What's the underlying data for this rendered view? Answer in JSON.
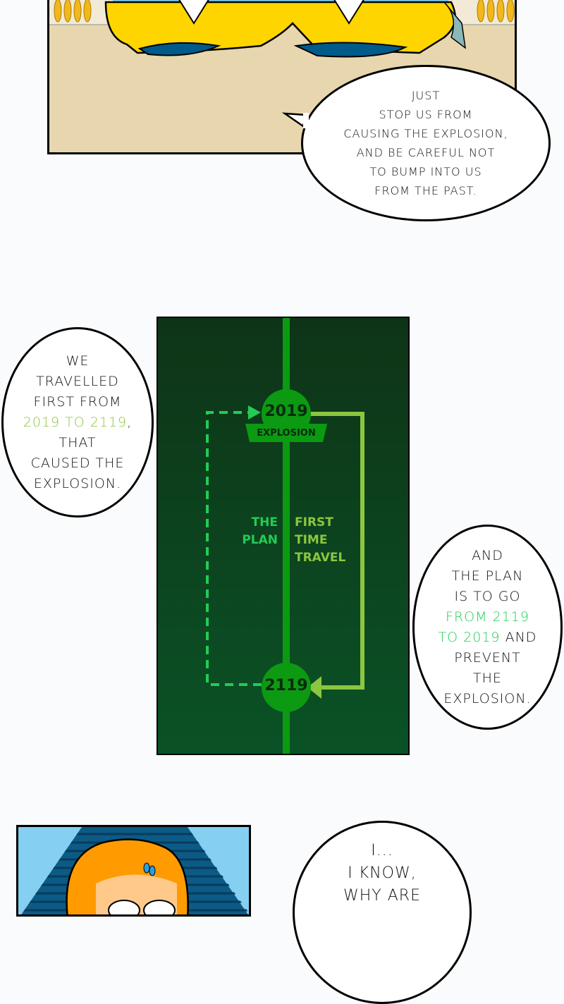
{
  "panel1": {
    "bubble_lines": [
      "JUST",
      "STOP US FROM",
      "CAUSING THE EXPLOSION,",
      "AND BE CAREFUL NOT",
      "TO BUMP INTO US",
      "FROM THE PAST."
    ]
  },
  "left_bubble": {
    "lines_before": [
      "WE",
      "TRAVELLED",
      "FIRST FROM"
    ],
    "highlight": "2019 TO 2119",
    "highlight_suffix": ",",
    "lines_after": [
      "THAT",
      "CAUSED THE",
      "EXPLOSION."
    ]
  },
  "diagram": {
    "top_year": "2019",
    "top_caption": "EXPLOSION",
    "bottom_year": "2119",
    "plan_label": [
      "THE",
      "PLAN"
    ],
    "first_label": [
      "FIRST",
      "TIME",
      "TRAVEL"
    ],
    "colors": {
      "background_top": "#0e3417",
      "background_bottom": "#0a5226",
      "timeline": "#0b9a12",
      "first_path": "#8cc63f",
      "plan_path": "#22cc55"
    }
  },
  "right_bubble": {
    "lines_before": [
      "AND",
      "THE PLAN",
      "IS TO GO"
    ],
    "highlight_1": "FROM 2119",
    "highlight_2": "TO 2019",
    "highlight_2_suffix": " AND",
    "lines_after": [
      "PREVENT",
      "THE",
      "EXPLOSION."
    ]
  },
  "bottom_bubble": {
    "lines": [
      "I...",
      "I KNOW,",
      "WHY ARE"
    ]
  }
}
